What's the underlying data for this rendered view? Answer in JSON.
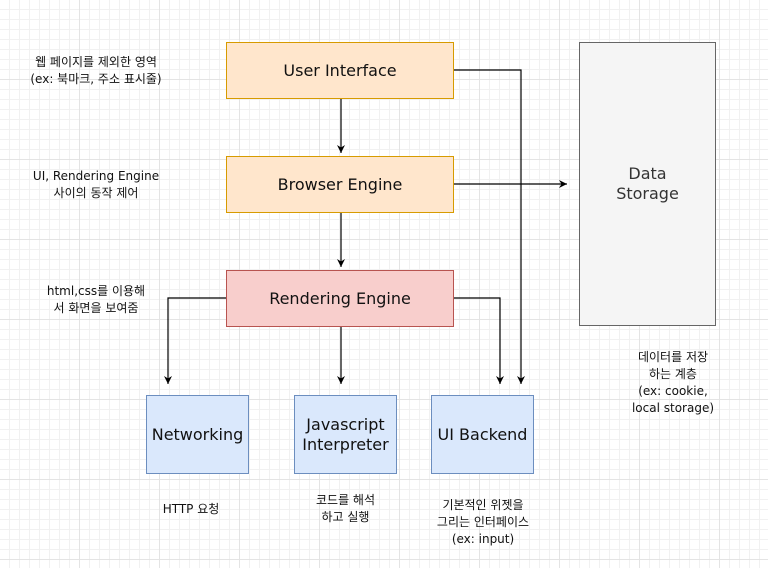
{
  "nodes": {
    "user_interface": "User Interface",
    "browser_engine": "Browser Engine",
    "rendering_engine": "Rendering Engine",
    "networking": "Networking",
    "javascript_interpreter": "Javascript\nInterpreter",
    "ui_backend": "UI Backend",
    "data_storage": "Data\nStorage"
  },
  "notes": {
    "user_interface": "웹 페이지를 제외한 영역\n(ex: 북마크, 주소 표시줄)",
    "browser_engine": "UI, Rendering Engine\n사이의 동작 제어",
    "rendering_engine": "html,css를 이용해\n서 화면을 보여줌",
    "networking": "HTTP 요청",
    "javascript_interpreter": "코드를 해석\n하고 실행",
    "ui_backend": "기본적인 위젯을\n그리는 인터페이스\n(ex: input)",
    "data_storage": "데이터를 저장\n하는 계층\n(ex: cookie,\nlocal storage)"
  },
  "colors": {
    "orange_fill": "#ffe6cc",
    "orange_stroke": "#d79b00",
    "red_fill": "#f8cecc",
    "red_stroke": "#b85450",
    "blue_fill": "#dae8fc",
    "blue_stroke": "#6c8ebf",
    "storage_fill": "#f5f5f5",
    "storage_stroke": "#666666",
    "edge": "#000000"
  },
  "edges": [
    {
      "from": "user_interface",
      "to": "browser_engine"
    },
    {
      "from": "user_interface",
      "to": "ui_backend"
    },
    {
      "from": "browser_engine",
      "to": "rendering_engine"
    },
    {
      "from": "browser_engine",
      "to": "data_storage"
    },
    {
      "from": "rendering_engine",
      "to": "networking"
    },
    {
      "from": "rendering_engine",
      "to": "javascript_interpreter"
    },
    {
      "from": "rendering_engine",
      "to": "ui_backend"
    }
  ]
}
